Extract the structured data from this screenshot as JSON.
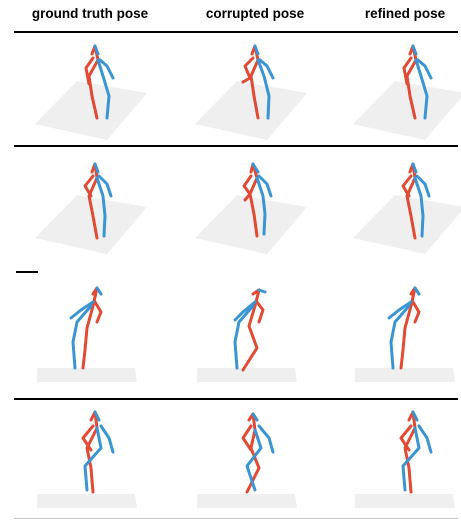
{
  "headers": [
    "ground truth pose",
    "corrupted pose",
    "refined pose"
  ],
  "colors": {
    "left_limbs": "#3a95d4",
    "right_limbs": "#e24a33",
    "floor": "#efefef",
    "rules": "#000000",
    "bottom_rule": "#c8c8c8"
  },
  "rows": [
    {
      "floor_type": "tilted-square",
      "poses": [
        "standing",
        "standing-bent-arm",
        "standing"
      ]
    },
    {
      "floor_type": "tilted-square",
      "poses": [
        "hand-on-hip",
        "hand-on-hip-bent",
        "hand-on-hip"
      ]
    },
    {
      "floor_type": "flat-strip",
      "poses": [
        "walking-side",
        "walking-side-corrupted",
        "walking-side"
      ]
    },
    {
      "floor_type": "flat-strip",
      "poses": [
        "arms-akimbo",
        "arms-akimbo-crossed-legs",
        "arms-akimbo"
      ]
    }
  ]
}
